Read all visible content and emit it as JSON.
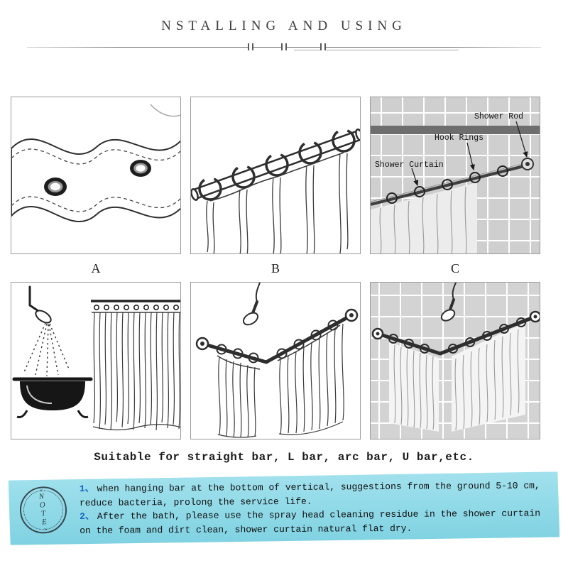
{
  "header": {
    "title": "NSTALLING AND USING"
  },
  "section_labels": {
    "a": "A",
    "b": "B",
    "c": "C"
  },
  "diagram_c": {
    "shower_rod": "Shower Rod",
    "hook_rings": "Hook Rings",
    "shower_curtain": "Shower Curtain"
  },
  "caption": "Suitable for straight bar, L bar, arc bar, U bar,etc.",
  "note": {
    "stamp": {
      "top_mark": "×",
      "letters": [
        "N",
        "O",
        "T",
        "E"
      ],
      "bottom_mark": "×"
    },
    "items": [
      {
        "num": "1、",
        "text": "when hanging bar at the bottom of vertical, suggestions from the ground 5-10 cm, reduce bacteria, prolong the service life."
      },
      {
        "num": "2、",
        "text": "After the bath, please use the spray head cleaning residue in the shower curtain on the foam and dirt clean, shower curtain natural flat dry."
      }
    ]
  },
  "colors": {
    "note_background": "#8ed8e6",
    "note_number": "#1565c0",
    "tile_grey": "#cfcfcf",
    "line_art": "#2e2e2e"
  }
}
